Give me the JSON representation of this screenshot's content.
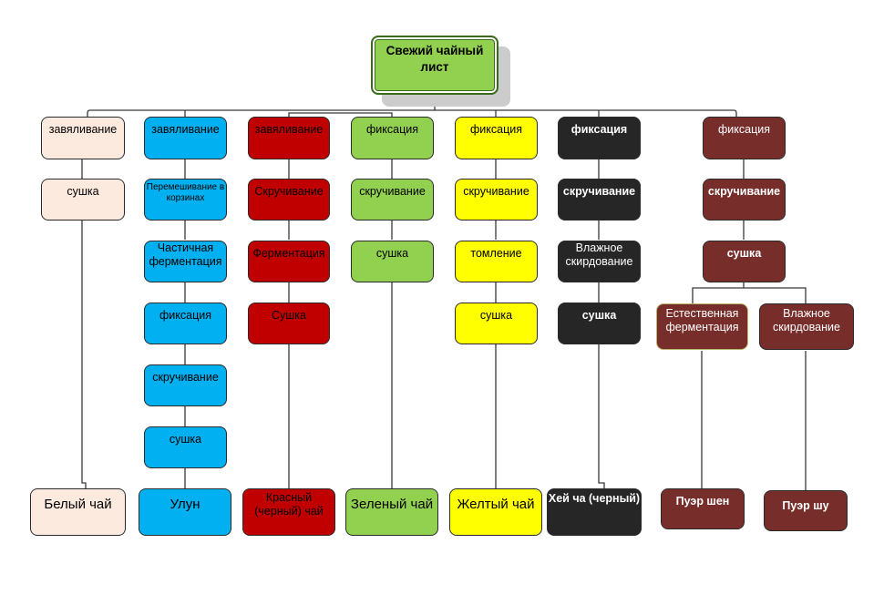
{
  "root": {
    "label": "Свежий чайный лист"
  },
  "colors": {
    "white_tea": "#fdeadf",
    "oolong": "#00b0f0",
    "red_tea": "#c00000",
    "green_tea": "#92d050",
    "yellow_tea": "#ffff00",
    "black_tea": "#262626",
    "puer": "#772e2a",
    "line": "#3a3a3a"
  },
  "branches": [
    {
      "id": "white",
      "steps": [
        "завяливание",
        "сушка"
      ],
      "result": "Белый чай"
    },
    {
      "id": "oolong",
      "steps": [
        "завяливание",
        "Перемешивание в корзинах",
        "Частичная ферментация",
        "фиксация",
        "скручивание",
        "сушка"
      ],
      "result": "Улун"
    },
    {
      "id": "red",
      "steps": [
        "завяливание",
        "Скручивание",
        "Ферментация",
        "Сушка"
      ],
      "result": "Красный (черный) чай"
    },
    {
      "id": "green",
      "steps": [
        "фиксация",
        "скручивание",
        "сушка"
      ],
      "result": "Зеленый чай"
    },
    {
      "id": "yellow",
      "steps": [
        "фиксация",
        "скручивание",
        "томление",
        "сушка"
      ],
      "result": "Желтый чай"
    },
    {
      "id": "black",
      "steps": [
        "фиксация",
        "скручивание",
        "Влажное скирдование",
        "сушка"
      ],
      "result": "Хей ча (черный)"
    },
    {
      "id": "puer",
      "steps": [
        "фиксация",
        "скручивание",
        "сушка"
      ],
      "sub_branches": [
        {
          "step": "Естественная ферментация",
          "result": "Пуэр шен"
        },
        {
          "step": "Влажное скирдование",
          "result": "Пуэр шу"
        }
      ]
    }
  ]
}
